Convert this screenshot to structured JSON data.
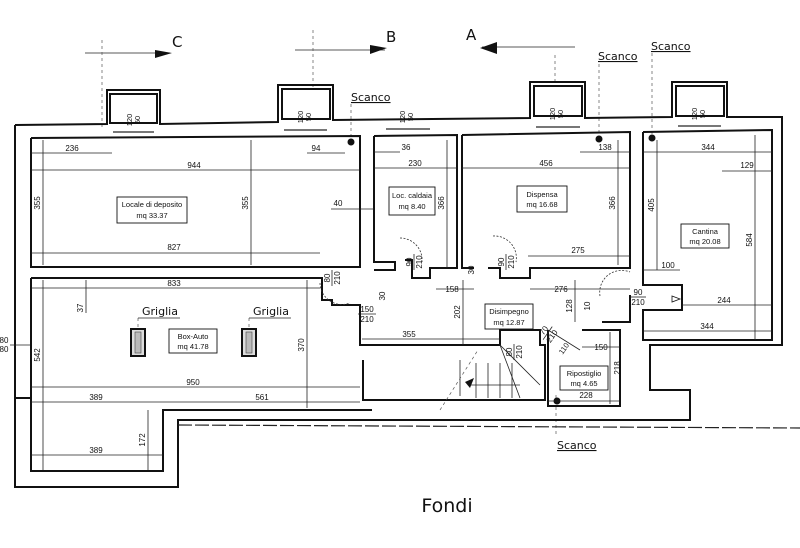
{
  "title": "Fondi",
  "section_markers": [
    {
      "id": "C",
      "direction": "right"
    },
    {
      "id": "B",
      "direction": "right"
    },
    {
      "id": "A",
      "direction": "left"
    }
  ],
  "drain_label": "Scanco",
  "grate_label": "Griglia",
  "rooms": [
    {
      "id": "locale-deposito",
      "name": "Locale di deposito",
      "area": "mq 33.37"
    },
    {
      "id": "loc-caldaia",
      "name": "Loc. caldaia",
      "area": "mq 8.40"
    },
    {
      "id": "dispensa",
      "name": "Dispensa",
      "area": "mq 16.68"
    },
    {
      "id": "cantina",
      "name": "Cantina",
      "area": "mq 20.08"
    },
    {
      "id": "box-auto",
      "name": "Box-Auto",
      "area": "mq 41.78"
    },
    {
      "id": "disimpegno",
      "name": "Disimpegno",
      "area": "mq 12.87"
    },
    {
      "id": "ripostiglio",
      "name": "Ripostiglio",
      "area": "mq 4.65"
    }
  ],
  "windows": [
    "120/50",
    "120/50",
    "120/50",
    "120/50",
    "120/50"
  ],
  "dimensions": {
    "d236": "236",
    "d944": "944",
    "d94": "94",
    "d355a": "355",
    "d355b": "355",
    "d827": "827",
    "d40": "40",
    "d36": "36",
    "d230": "230",
    "d366a": "366",
    "d456": "456",
    "d138": "138",
    "d366b": "366",
    "d275": "275",
    "d30a": "30",
    "d344a": "344",
    "d129": "129",
    "d405": "405",
    "d584": "584",
    "d100": "100",
    "d244": "244",
    "d344b": "344",
    "d833": "833",
    "d37": "37",
    "d542": "542",
    "d370": "370",
    "d950": "950",
    "d389a": "389",
    "d561": "561",
    "d172": "172",
    "d389b": "389",
    "d158": "158",
    "d276": "276",
    "d202": "202",
    "d355c": "355",
    "d128": "128",
    "d10": "10",
    "d150": "150",
    "d218": "218",
    "d228": "228",
    "d30b": "30",
    "door_80_210a": [
      "80",
      "210"
    ],
    "door_90_210a": [
      "90",
      "210"
    ],
    "door_90_210b": [
      "90",
      "210"
    ],
    "door_150_210": [
      "150",
      "210"
    ],
    "door_80_210b": [
      "80",
      "210"
    ],
    "door_70_210": [
      "70",
      "210"
    ],
    "door_90_210c": [
      "90",
      "210"
    ],
    "stair_110": "110",
    "side_80_80": [
      "80",
      "80"
    ]
  }
}
